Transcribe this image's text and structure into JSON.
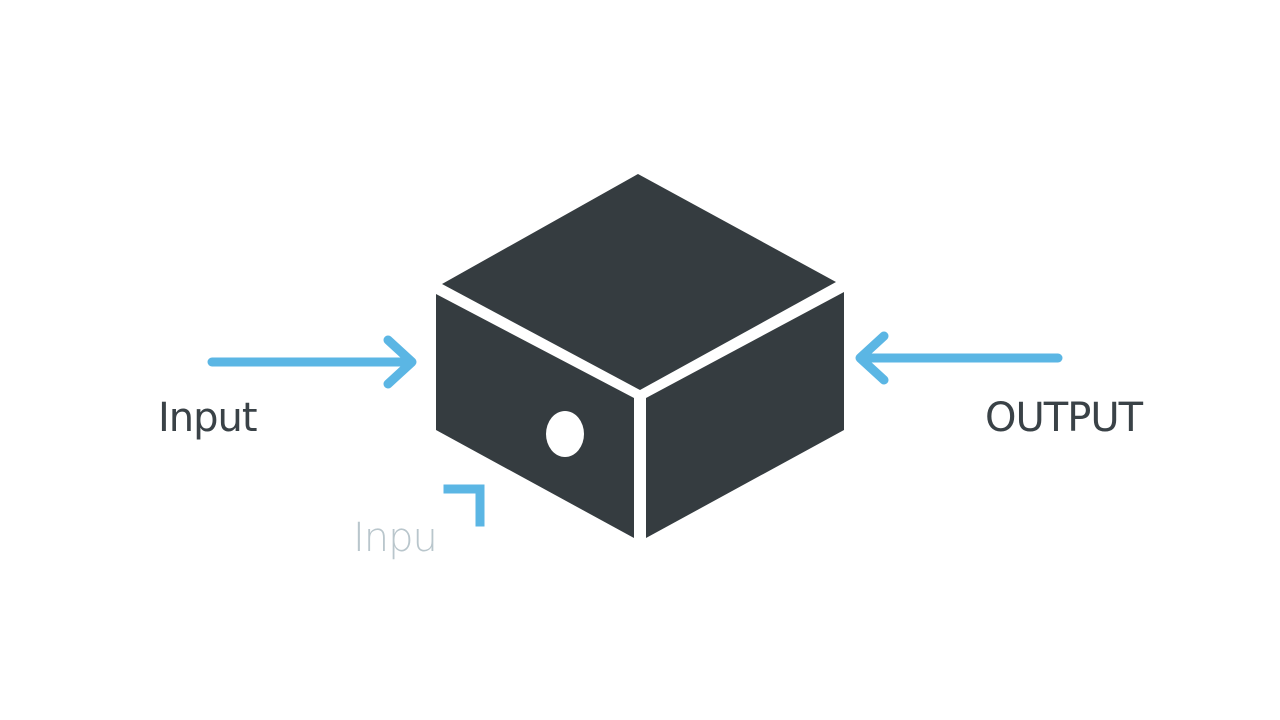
{
  "diagram": {
    "labels": {
      "input": "Input",
      "output": "OUTPUT",
      "faint": "Inpu"
    },
    "arrows": [
      {
        "name": "input-arrow",
        "direction": "right"
      },
      {
        "name": "output-arrow",
        "direction": "left"
      }
    ],
    "box": {
      "style": "isometric-cube"
    }
  },
  "colors": {
    "background": "#ffffff",
    "box": "#353c40",
    "box_edges": "#ffffff",
    "arrows": "#5bb6e4",
    "label_text": "#3a4247",
    "faint_text": "#b9c6cc"
  }
}
